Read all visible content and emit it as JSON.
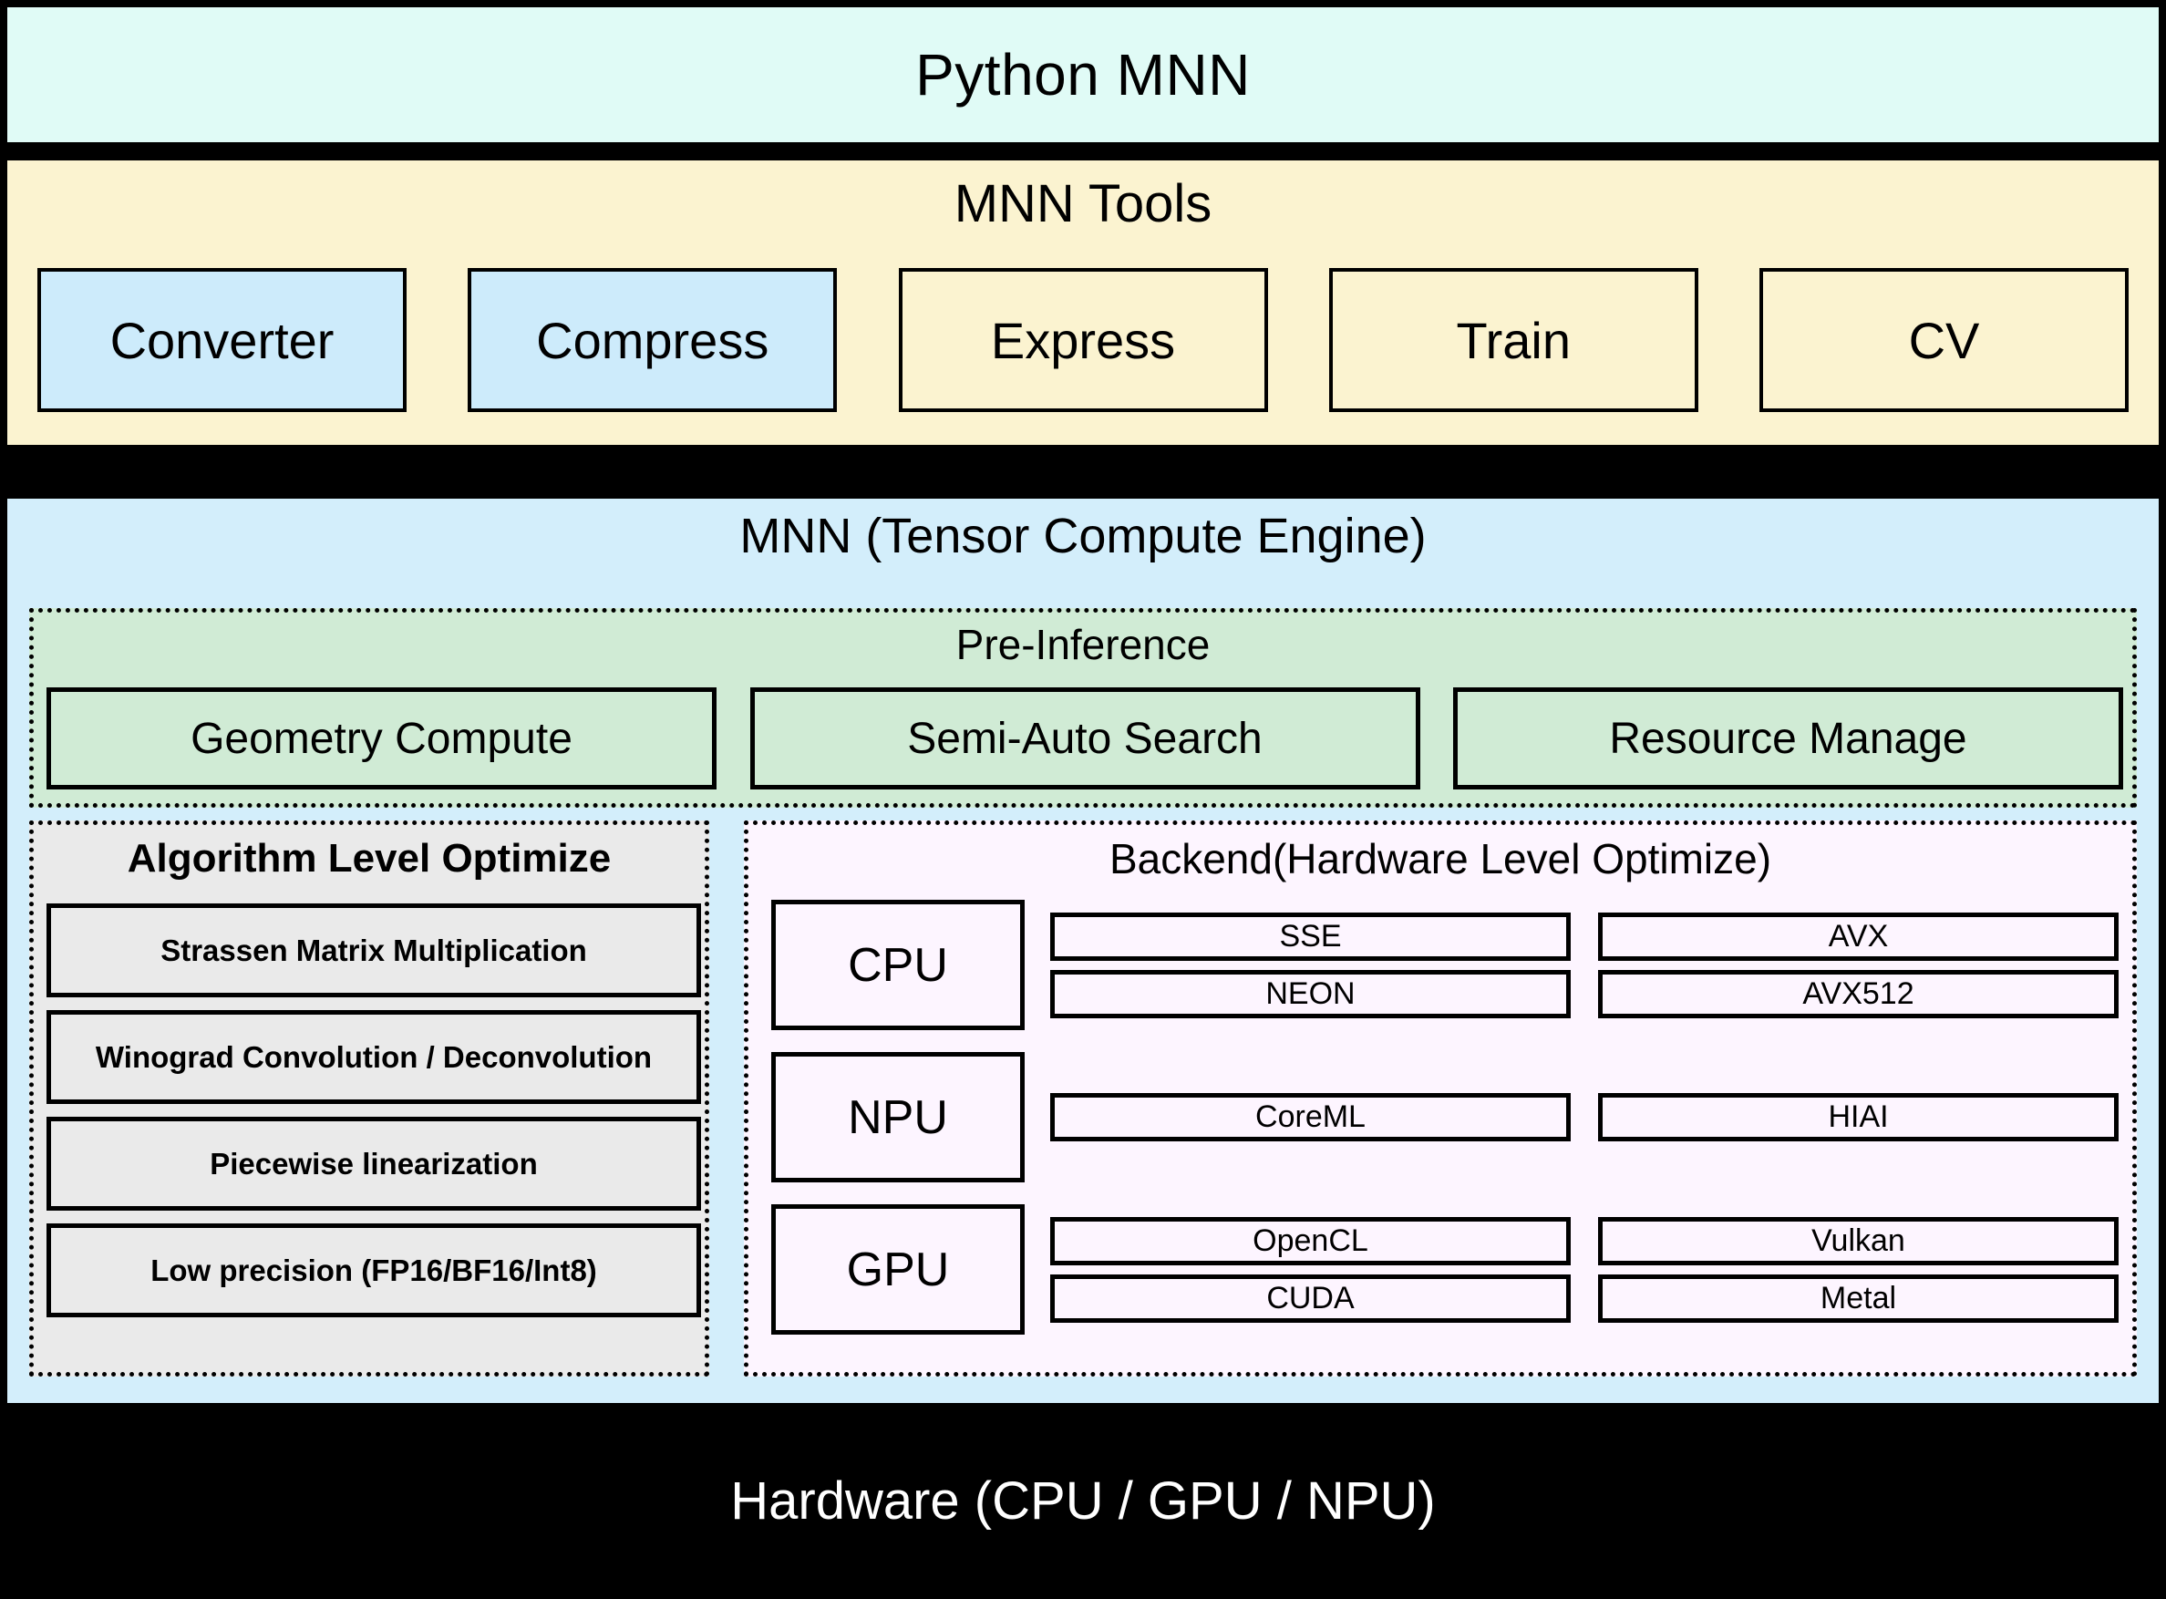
{
  "colors": {
    "python_band": "#E0FBF6",
    "tools_band": "#FBF3D0",
    "tool_highlight": "#CDEBFB",
    "engine_band": "#D3EEFB",
    "preinference": "#D0EBD5",
    "algorithm": "#EAEAEA",
    "backend": "#FDF5FF",
    "hardware": "#000000",
    "border": "#000000"
  },
  "python_layer": {
    "title": "Python MNN"
  },
  "tools_layer": {
    "title": "MNN Tools",
    "items": [
      {
        "label": "Converter",
        "highlight": true
      },
      {
        "label": "Compress",
        "highlight": true
      },
      {
        "label": "Express",
        "highlight": false
      },
      {
        "label": "Train",
        "highlight": false
      },
      {
        "label": "CV",
        "highlight": false
      }
    ]
  },
  "engine_layer": {
    "title": "MNN (Tensor Compute Engine)",
    "pre_inference": {
      "title": "Pre-Inference",
      "items": [
        "Geometry Compute",
        "Semi-Auto Search",
        "Resource Manage"
      ]
    },
    "algorithm_optimize": {
      "title": "Algorithm Level Optimize",
      "items": [
        "Strassen Matrix Multiplication",
        "Winograd Convolution / Deconvolution",
        "Piecewise linearization",
        "Low precision (FP16/BF16/Int8)"
      ]
    },
    "backend": {
      "title": "Backend(Hardware Level Optimize)",
      "rows": [
        {
          "processor": "CPU",
          "implementations": [
            [
              "SSE",
              "AVX"
            ],
            [
              "NEON",
              "AVX512"
            ]
          ]
        },
        {
          "processor": "NPU",
          "implementations": [
            [
              "CoreML",
              "HIAI"
            ]
          ]
        },
        {
          "processor": "GPU",
          "implementations": [
            [
              "OpenCL",
              "Vulkan"
            ],
            [
              "CUDA",
              "Metal"
            ]
          ]
        }
      ]
    }
  },
  "hardware_layer": {
    "title": "Hardware (CPU / GPU / NPU)"
  }
}
